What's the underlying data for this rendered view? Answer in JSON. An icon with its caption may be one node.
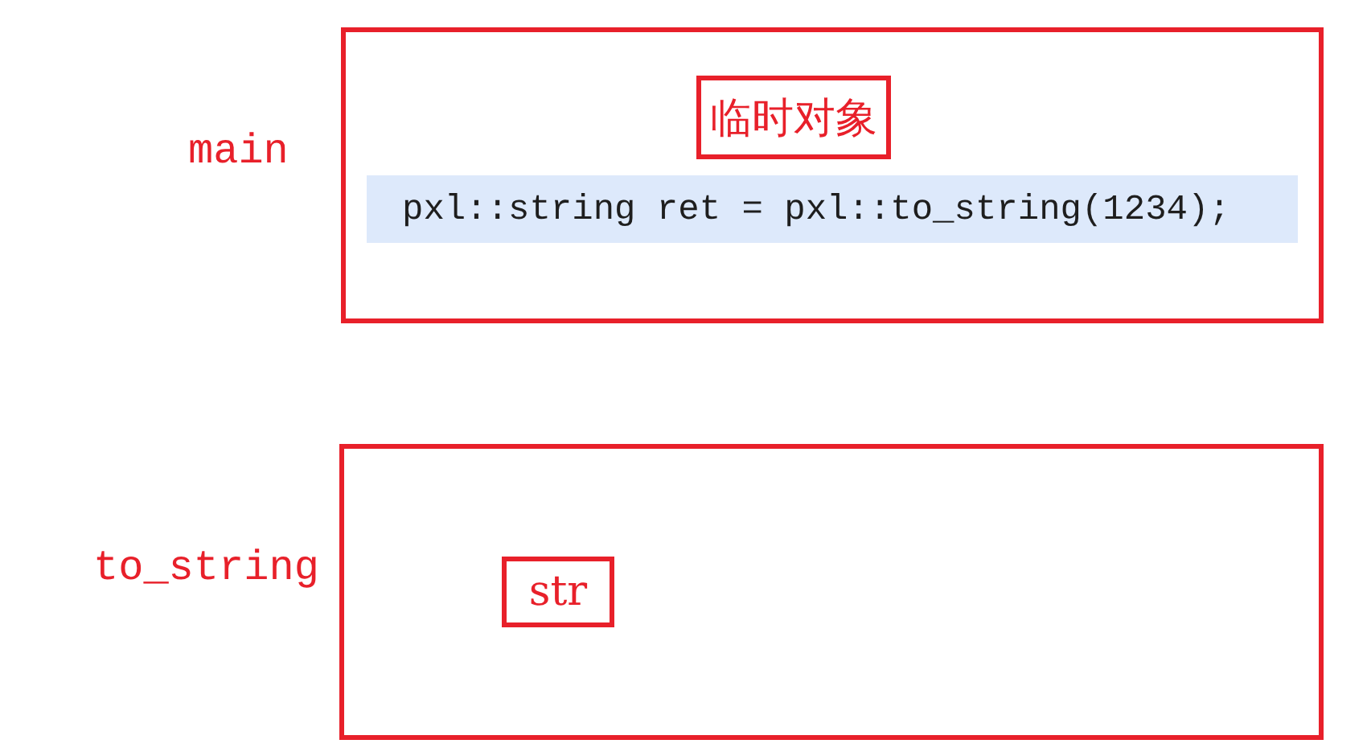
{
  "diagram": {
    "nodes": [
      {
        "text": [
          "main"
        ]
      },
      {
        "text": [
          "临时对象"
        ],
        "in": 0
      },
      {
        "text": [
          "pxl::string ret = pxl::to_string(1234);"
        ],
        "in": 0
      },
      {
        "text": [
          "to_string"
        ]
      },
      {
        "text": [
          "str"
        ],
        "in": 3
      }
    ]
  }
}
